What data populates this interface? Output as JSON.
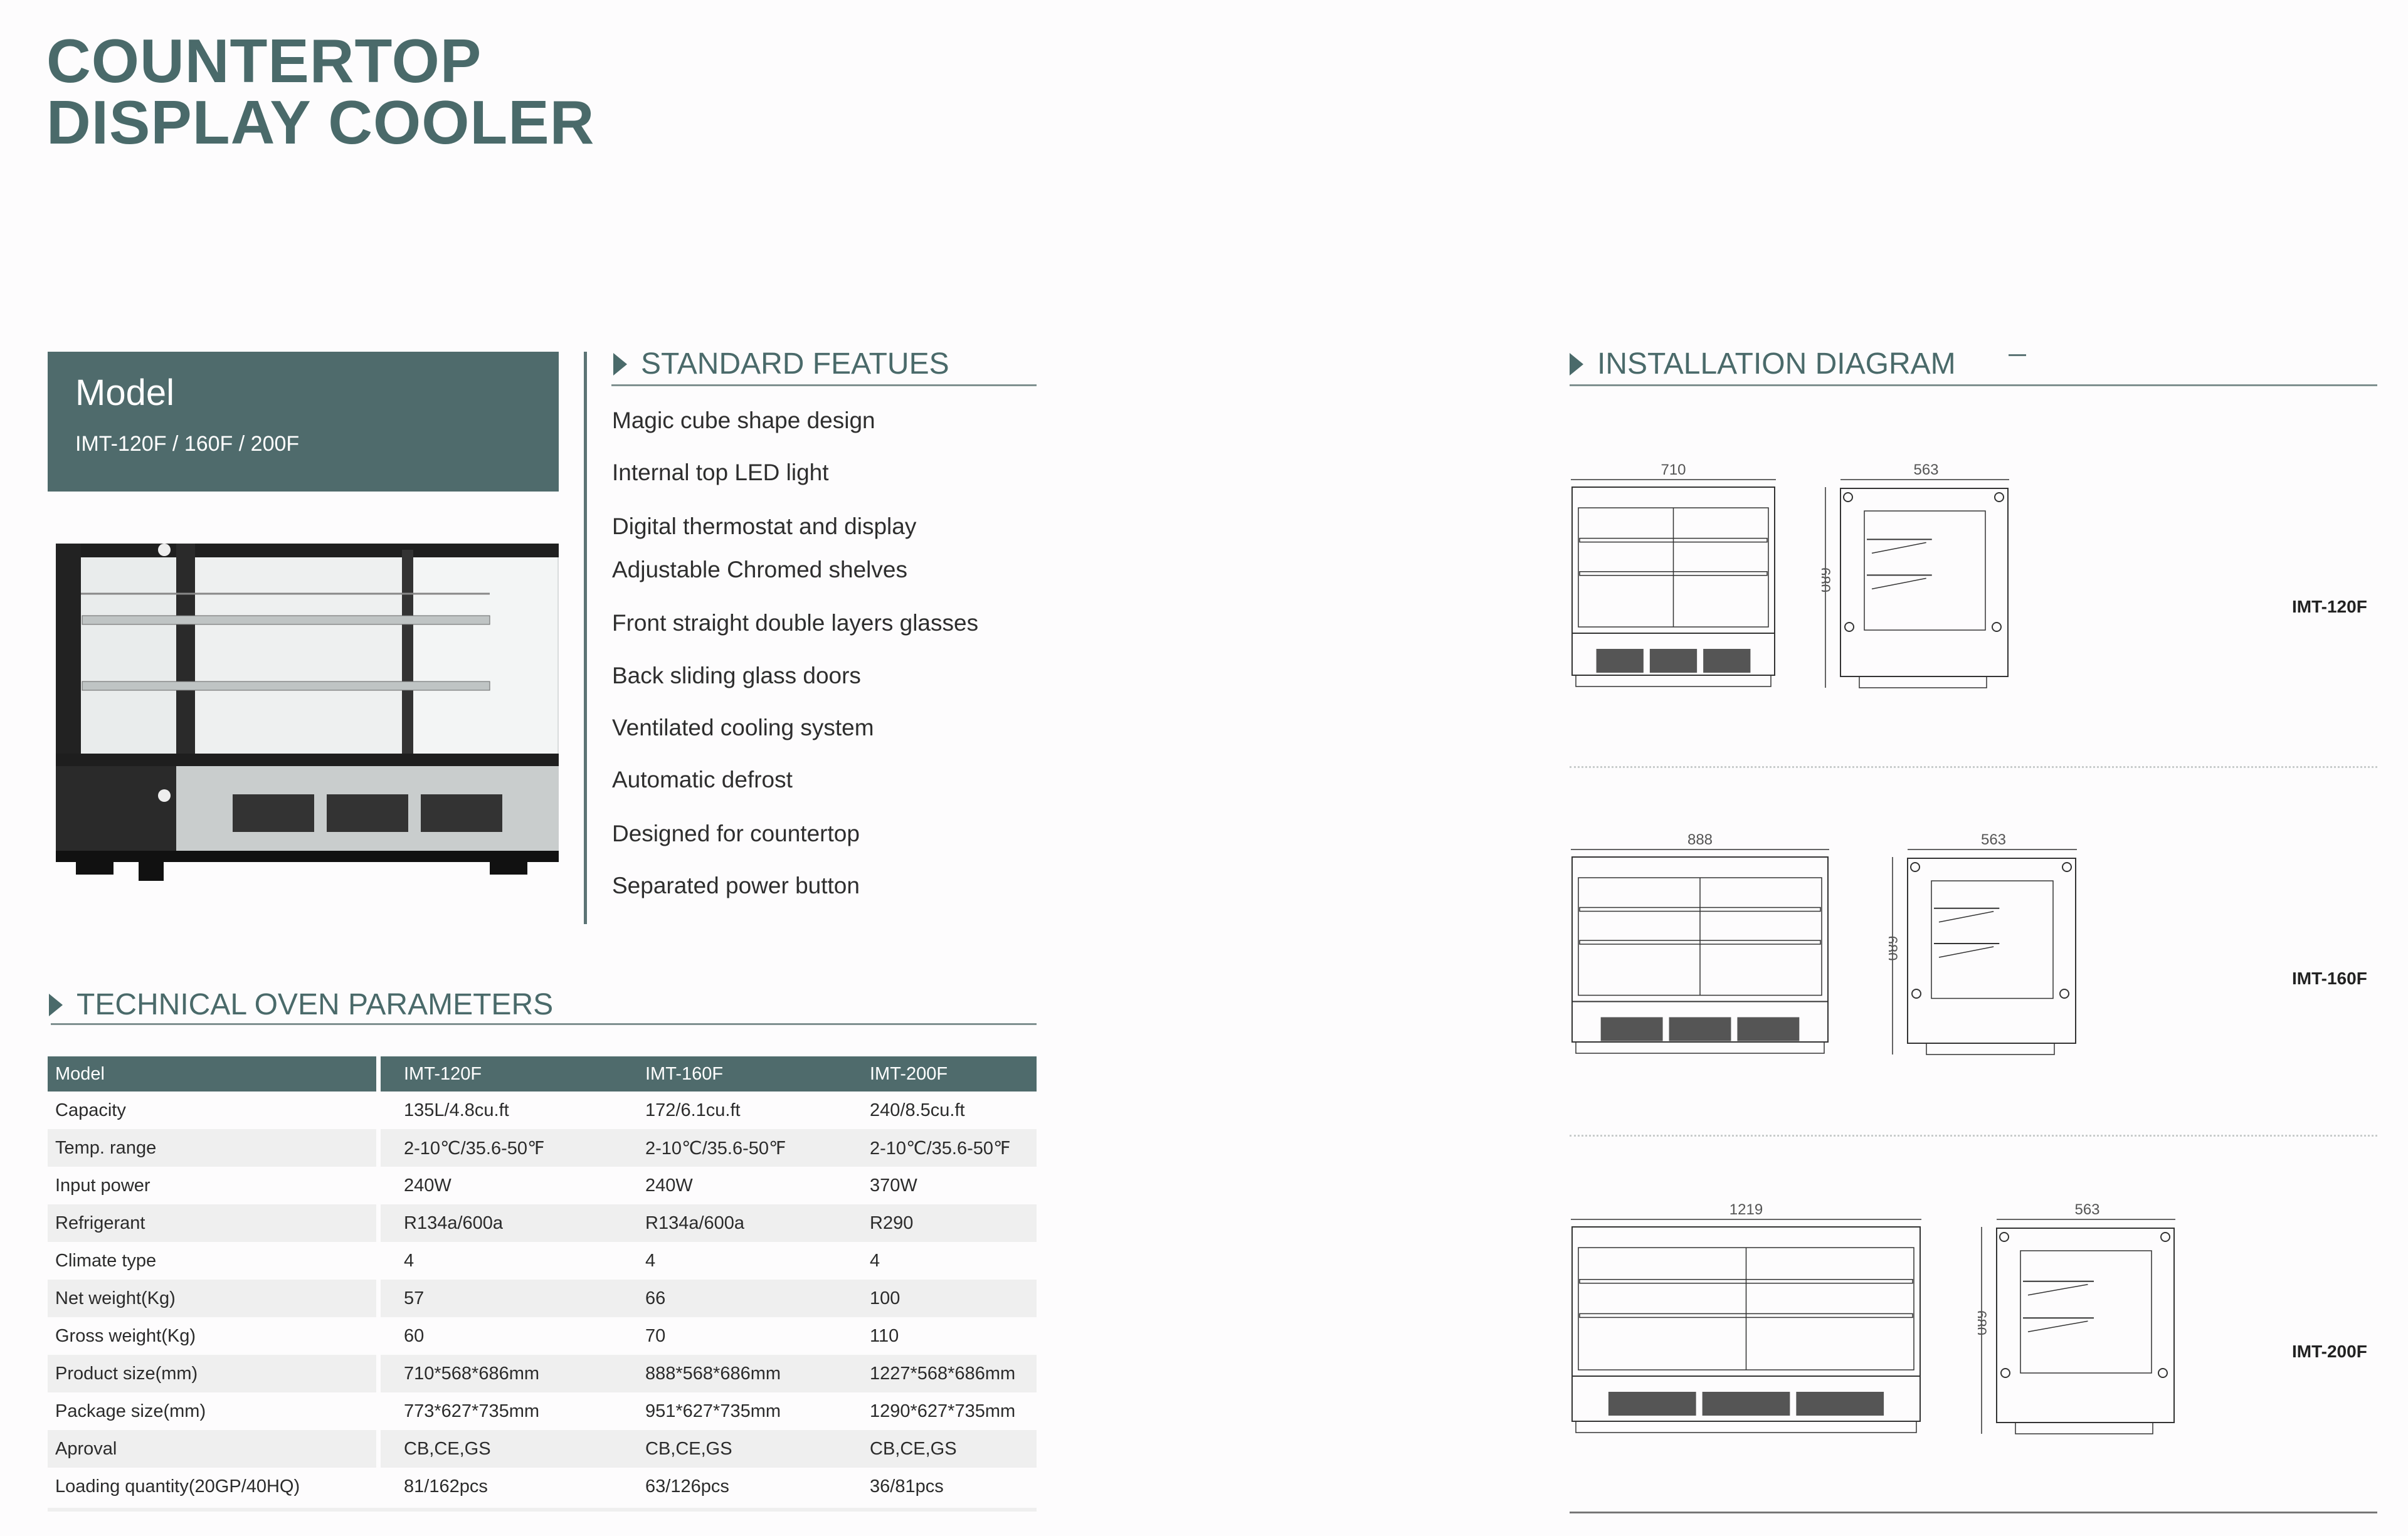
{
  "title": {
    "line1": "COUNTERTOP",
    "line2": "DISPLAY COOLER"
  },
  "model_box": {
    "label": "Model",
    "value": "IMT-120F / 160F / 200F"
  },
  "standard_features": {
    "heading": "STANDARD FEATUES",
    "items": [
      "Magic cube shape design",
      "Internal top LED light",
      "Digital thermostat and display",
      "Adjustable Chromed shelves",
      "Front straight double layers glasses",
      "Back sliding glass doors",
      "Ventilated cooling system",
      "Automatic defrost",
      "Designed for countertop",
      "Separated power button"
    ]
  },
  "technical": {
    "heading": "TECHNICAL OVEN PARAMETERS",
    "header": [
      "Model",
      "IMT-120F",
      "IMT-160F",
      "IMT-200F"
    ],
    "rows": [
      [
        "Capacity",
        "135L/4.8cu.ft",
        "172/6.1cu.ft",
        "240/8.5cu.ft"
      ],
      [
        "Temp. range",
        "2-10℃/35.6-50℉",
        "2-10℃/35.6-50℉",
        "2-10℃/35.6-50℉"
      ],
      [
        "Input power",
        "240W",
        "240W",
        "370W"
      ],
      [
        "Refrigerant",
        "R134a/600a",
        "R134a/600a",
        "R290"
      ],
      [
        "Climate type",
        "4",
        "4",
        "4"
      ],
      [
        "Net weight(Kg)",
        "57",
        "66",
        "100"
      ],
      [
        "Gross weight(Kg)",
        "60",
        "70",
        "110"
      ],
      [
        "Product size(mm)",
        "710*568*686mm",
        "888*568*686mm",
        "1227*568*686mm"
      ],
      [
        "Package size(mm)",
        "773*627*735mm",
        "951*627*735mm",
        "1290*627*735mm"
      ],
      [
        "Aproval",
        "CB,CE,GS",
        "CB,CE,GS",
        "CB,CE,GS"
      ],
      [
        "Loading quantity(20GP/40HQ)",
        "81/162pcs",
        "63/126pcs",
        "36/81pcs"
      ]
    ]
  },
  "installation": {
    "heading": "INSTALLATION DIAGRAM",
    "models": [
      {
        "name": "IMT-120F",
        "width": "710",
        "depth": "563",
        "height": "680"
      },
      {
        "name": "IMT-160F",
        "width": "888",
        "depth": "563",
        "height": "680"
      },
      {
        "name": "IMT-200F",
        "width": "1219",
        "depth": "563",
        "height": "680"
      }
    ]
  },
  "colors": {
    "accent": "#4f6b6c",
    "heading": "#4a6a6a",
    "row_alt": "#efefef"
  }
}
